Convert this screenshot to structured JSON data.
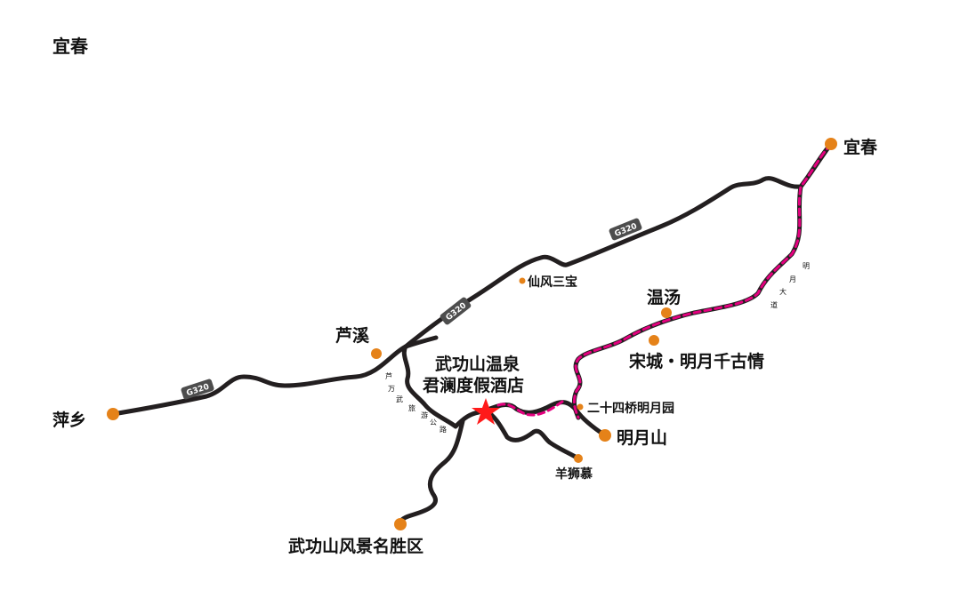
{
  "page": {
    "title": "宜春"
  },
  "colors": {
    "road": "#231f20",
    "scenic_route": "#e4007f",
    "city_dot": "#e58219",
    "shield_bg": "#4d4d4d",
    "star": "#ff1a1a"
  },
  "highway": {
    "shield_label": "G320"
  },
  "places": {
    "yichun": "宜春",
    "pingxiang": "萍乡",
    "luxi": "芦溪",
    "wengongshan_hotel_line1": "武功山温泉",
    "wengongshan_hotel_line2": "君澜度假酒店",
    "wengongshan_scenic": "武功山风景名胜区",
    "mingyueshan": "明月山",
    "wentang": "温汤",
    "songcheng": "宋城・明月千古情",
    "ershisi_qiao": "二十四桥明月园",
    "yangshimu": "羊狮慕",
    "xianfeng_sanbao": "仙风三宝"
  },
  "road_names": {
    "mingyue_avenue": [
      "明",
      "月",
      "大",
      "道"
    ],
    "lu_wu_tourist_road": [
      "芦",
      "万",
      "武",
      "旅",
      "游",
      "公",
      "路"
    ]
  },
  "icons": {
    "hotel_marker": "star-icon",
    "poi_marker": "dot-icon"
  }
}
